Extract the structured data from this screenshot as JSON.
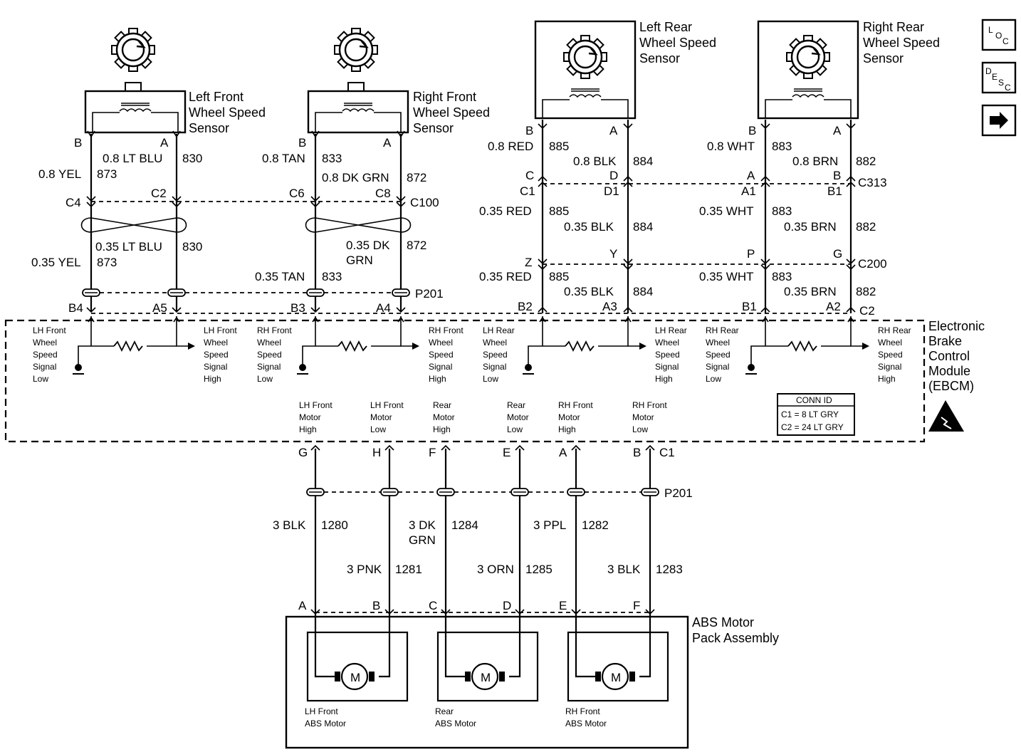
{
  "sensors": {
    "lf": {
      "title": [
        "Left Front",
        "Wheel Speed",
        "Sensor"
      ],
      "pin_b": "B",
      "pin_a": "A"
    },
    "rf": {
      "title": [
        "Right Front",
        "Wheel Speed",
        "Sensor"
      ],
      "pin_b": "B",
      "pin_a": "A"
    },
    "lr": {
      "title": [
        "Left Rear",
        "Wheel Speed",
        "Sensor"
      ],
      "pin_b": "B",
      "pin_a": "A"
    },
    "rr": {
      "title": [
        "Right Rear",
        "Wheel Speed",
        "Sensor"
      ],
      "pin_b": "B",
      "pin_a": "A"
    }
  },
  "nav": {
    "loc": [
      "L",
      "O",
      "C"
    ],
    "desc": [
      "D",
      "E",
      "S",
      "C"
    ],
    "next": "➡"
  },
  "wires_front": {
    "lf_upper_left": [
      "0.8 YEL",
      "873"
    ],
    "lf_upper_right": [
      "0.8 LT BLU",
      "830"
    ],
    "lf_lower_left": [
      "0.35 YEL",
      "873"
    ],
    "lf_lower_right": [
      "0.35 LT BLU",
      "830"
    ],
    "rf_upper_left": [
      "0.8 TAN",
      "833"
    ],
    "rf_upper_right": [
      "0.8 DK GRN",
      "872"
    ],
    "rf_lower_left": [
      "0.35 TAN",
      "833"
    ],
    "rf_lower_right": [
      "0.35 DK",
      "GRN",
      "872"
    ]
  },
  "wires_rear": {
    "lr_b_upper": [
      "0.8 RED",
      "885"
    ],
    "lr_a_upper": [
      "0.8 BLK",
      "884"
    ],
    "lr_b_mid": [
      "0.35 RED",
      "885"
    ],
    "lr_a_mid": [
      "0.35 BLK",
      "884"
    ],
    "lr_b_low": [
      "0.35 RED",
      "885"
    ],
    "lr_a_low": [
      "0.35 BLK",
      "884"
    ],
    "rr_b_upper": [
      "0.8 WHT",
      "883"
    ],
    "rr_a_upper": [
      "0.8 BRN",
      "882"
    ],
    "rr_b_mid": [
      "0.35 WHT",
      "883"
    ],
    "rr_a_mid": [
      "0.35 BRN",
      "882"
    ],
    "rr_b_low": [
      "0.35 WHT",
      "883"
    ],
    "rr_a_low": [
      "0.35 BRN",
      "882"
    ]
  },
  "connectors": {
    "c4": "C4",
    "c2f": "C2",
    "c6": "C6",
    "c8": "C8",
    "c100": "C100",
    "c_lr": "C",
    "d_lr": "D",
    "a_rr": "A",
    "b_rr": "B",
    "c313": "C313",
    "c1_lr": "C1",
    "d1_lr": "D1",
    "a1_rr": "A1",
    "b1_rr": "B1",
    "z": "Z",
    "y": "Y",
    "p": "P",
    "g": "G",
    "c200": "C200",
    "p201": "P201",
    "b4": "B4",
    "a5": "A5",
    "b3": "B3",
    "a4": "A4",
    "b2": "B2",
    "a3": "A3",
    "b1": "B1",
    "a2": "A2",
    "c2": "C2",
    "c1": "C1",
    "p201b": "P201"
  },
  "ebcm": {
    "title": [
      "Electronic",
      "Brake",
      "Control",
      "Module",
      "(EBCM)"
    ],
    "signals": [
      [
        "LH Front",
        "Wheel",
        "Speed",
        "Signal",
        "Low"
      ],
      [
        "LH Front",
        "Wheel",
        "Speed",
        "Signal",
        "High"
      ],
      [
        "RH Front",
        "Wheel",
        "Speed",
        "Signal",
        "Low"
      ],
      [
        "RH Front",
        "Wheel",
        "Speed",
        "Signal",
        "High"
      ],
      [
        "LH Rear",
        "Wheel",
        "Speed",
        "Signal",
        "Low"
      ],
      [
        "LH Rear",
        "Wheel",
        "Speed",
        "Signal",
        "High"
      ],
      [
        "RH Rear",
        "Wheel",
        "Speed",
        "Signal",
        "Low"
      ],
      [
        "RH Rear",
        "Wheel",
        "Speed",
        "Signal",
        "High"
      ]
    ],
    "motors": [
      [
        "LH Front",
        "Motor",
        "High"
      ],
      [
        "LH Front",
        "Motor",
        "Low"
      ],
      [
        "Rear",
        "Motor",
        "High"
      ],
      [
        "Rear",
        "Motor",
        "Low"
      ],
      [
        "RH Front",
        "Motor",
        "High"
      ],
      [
        "RH Front",
        "Motor",
        "Low"
      ]
    ],
    "conn_id": {
      "title": "CONN ID",
      "c1": "C1 = 8 LT GRY",
      "c2": "C2 = 24 LT GRY"
    }
  },
  "motor_pins_top": [
    "G",
    "H",
    "F",
    "E",
    "A",
    "B"
  ],
  "motor_wires": [
    [
      "3 BLK",
      "1280"
    ],
    [
      "3 PNK",
      "1281"
    ],
    [
      "3 DK",
      "GRN",
      "1284"
    ],
    [
      "3 ORN",
      "1285"
    ],
    [
      "3 PPL",
      "1282"
    ],
    [
      "3 BLK",
      "1283"
    ]
  ],
  "motor_pins_bottom": [
    "A",
    "B",
    "C",
    "D",
    "E",
    "F"
  ],
  "motor_pack": {
    "title": [
      "ABS Motor",
      "Pack Assembly"
    ],
    "motor_symbol": "M",
    "motors": [
      [
        "LH Front",
        "ABS Motor"
      ],
      [
        "Rear",
        "ABS Motor"
      ],
      [
        "RH Front",
        "ABS Motor"
      ]
    ]
  }
}
